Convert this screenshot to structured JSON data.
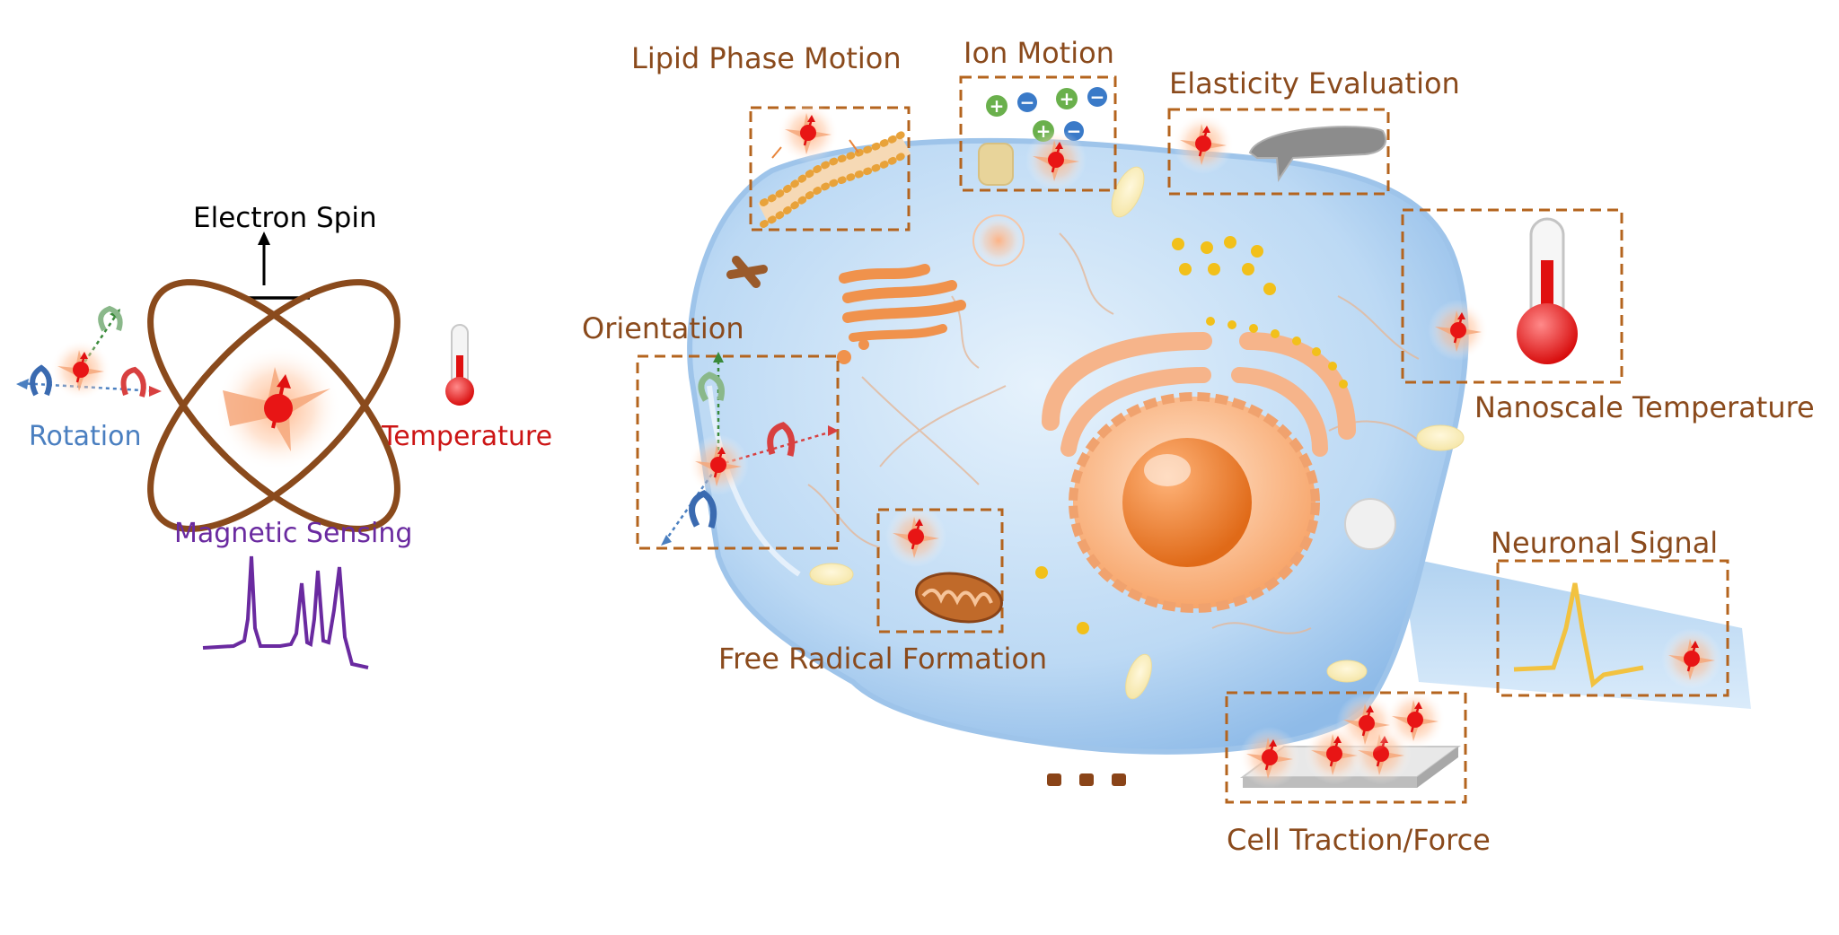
{
  "left_panel": {
    "electron_spin": "Electron Spin",
    "rotation": "Rotation",
    "temperature": "Temperature",
    "magnetic_sensing": "Magnetic Sensing"
  },
  "applications": {
    "lipid_phase_motion": "Lipid Phase Motion",
    "ion_motion": "Ion Motion",
    "elasticity_evaluation": "Elasticity Evaluation",
    "orientation": "Orientation",
    "nanoscale_temperature": "Nanoscale Temperature",
    "neuronal_signal": "Neuronal Signal",
    "free_radical_formation": "Free Radical Formation",
    "cell_traction_force": "Cell Traction/Force"
  },
  "colors": {
    "label_brown": "#8a4a1c",
    "frame_brown": "#b4641e",
    "spin_red": "#e01010",
    "rotation_blue": "#4a7fc0",
    "temperature_red": "#cc1515",
    "magnetic_purple": "#6a2aa0",
    "cell_blue": "#a9cdef",
    "nucleus_orange": "#f08a3c"
  },
  "icons": [
    "spin-nanosensor-icon",
    "thermometer-icon",
    "mitochondrion-icon",
    "golgi-icon",
    "nucleus-icon",
    "ion-plus-icon",
    "ion-minus-icon",
    "afm-cantilever-icon",
    "action-potential-icon"
  ]
}
